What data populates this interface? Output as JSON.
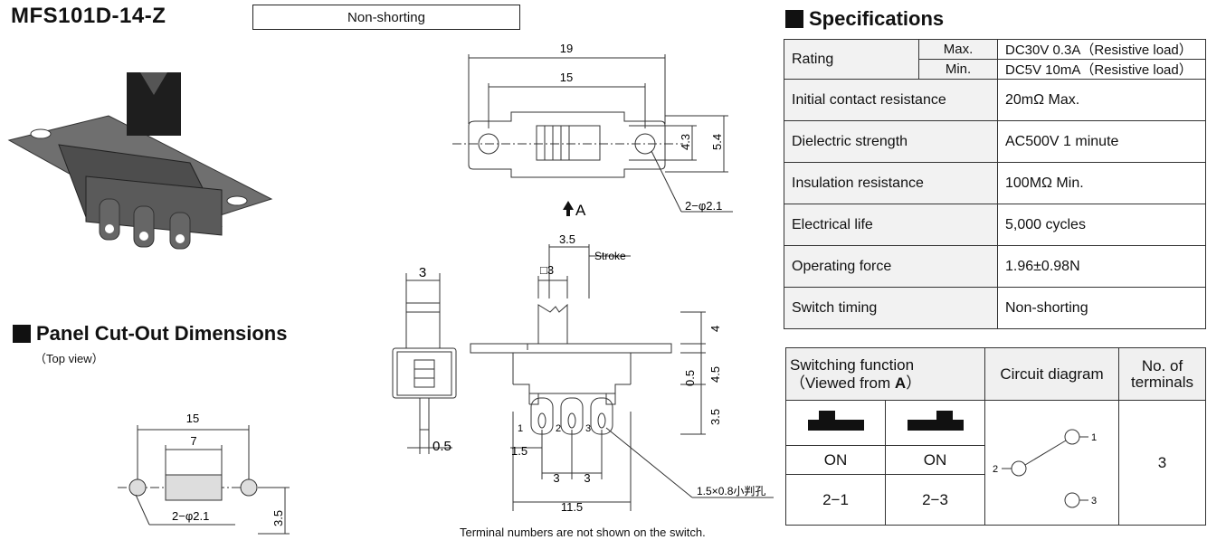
{
  "header": {
    "model": "MFS101D-14-Z",
    "type_label": "Non-shorting"
  },
  "specifications": {
    "title": "Specifications",
    "rating": {
      "label": "Rating",
      "max_label": "Max.",
      "max_value": "DC30V 0.3A（Resistive load）",
      "min_label": "Min.",
      "min_value": "DC5V 10mA（Resistive load）"
    },
    "rows": [
      {
        "label": "Initial contact resistance",
        "value": "20mΩ Max."
      },
      {
        "label": "Dielectric strength",
        "value": "AC500V 1 minute"
      },
      {
        "label": "Insulation resistance",
        "value": "100MΩ Min."
      },
      {
        "label": "Electrical life",
        "value": "5,000 cycles"
      },
      {
        "label": "Operating force",
        "value": "1.96±0.98N"
      },
      {
        "label": "Switch timing",
        "value": "Non-shorting"
      }
    ]
  },
  "switching": {
    "head_line1": "Switching function",
    "head_line2a": "（Viewed from ",
    "head_line2b": "A",
    "head_line2c": "）",
    "circuit_head": "Circuit diagram",
    "terminals_head1": "No. of",
    "terminals_head2": "terminals",
    "positions": [
      {
        "state": "ON",
        "connection": "2−1"
      },
      {
        "state": "ON",
        "connection": "2−3"
      }
    ],
    "terminal_count": "3",
    "circuit_labels": {
      "t1": "1",
      "t2": "2",
      "t3": "3"
    }
  },
  "panel_cutout": {
    "title": "Panel Cut-Out Dimensions",
    "subtitle": "（Top view）",
    "dims": {
      "overall": "15",
      "slot": "7",
      "height": "3.5",
      "holes": "2−φ2.1"
    }
  },
  "drawing_top": {
    "dims": {
      "overall": "19",
      "pitch": "15",
      "h1": "4.3",
      "h2": "5.4",
      "holes": "2−φ2.1"
    },
    "view_label": "A"
  },
  "drawing_side": {
    "dims": {
      "width": "3",
      "pin": "0.5"
    }
  },
  "drawing_front": {
    "dims": {
      "stroke_dim": "3.5",
      "stroke_label": "Stroke",
      "knob": "□3",
      "knob_h": "4",
      "body_h": "4.5",
      "gap": "0.5",
      "term_h": "3.5",
      "t_off": "1.5",
      "pitch1": "3",
      "pitch2": "3",
      "base": "11.5",
      "hole": "1.5×0.8小判孔"
    },
    "terminals": {
      "t1": "1",
      "t2": "2",
      "t3": "3"
    }
  },
  "footnote": "Terminal numbers are not shown on the switch."
}
